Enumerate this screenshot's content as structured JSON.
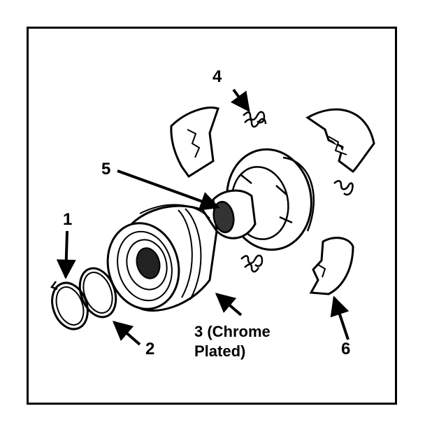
{
  "figure": {
    "callouts": [
      {
        "id": "1",
        "text": "1"
      },
      {
        "id": "2",
        "text": "2"
      },
      {
        "id": "3",
        "line1": "3 (Chrome",
        "line2": "Plated)"
      },
      {
        "id": "4",
        "text": "4"
      },
      {
        "id": "5",
        "text": "5"
      },
      {
        "id": "6",
        "text": "6"
      }
    ],
    "ink_color": "#000000",
    "paper_color": "#ffffff"
  }
}
